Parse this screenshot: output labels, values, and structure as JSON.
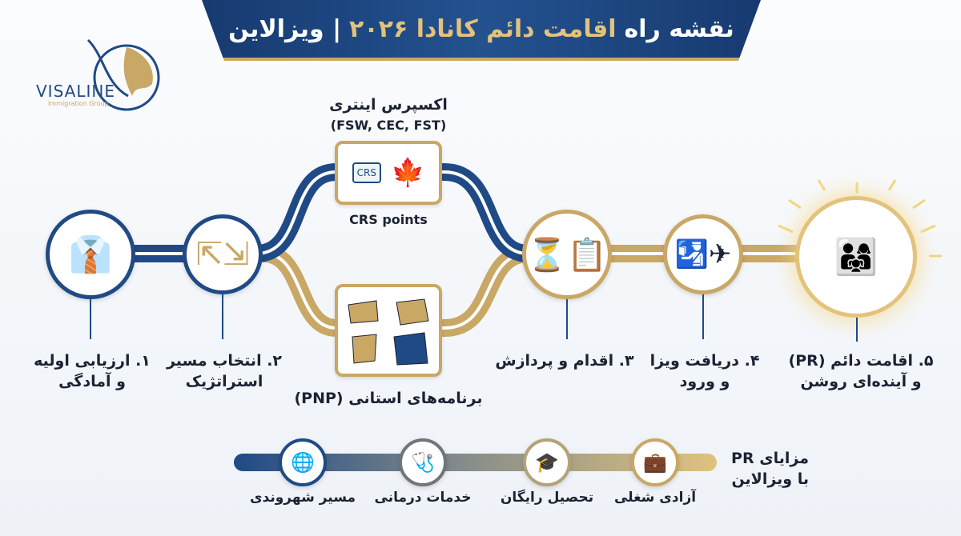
{
  "title": {
    "part1": "نقشه راه",
    "part2": "اقامت دائم کانادا ۲۰۲۶",
    "part3": "| ویزالاین"
  },
  "logo": {
    "name": "VISALINE",
    "tagline": "Immigration Group"
  },
  "express": {
    "title": "اکسپرس اینتری",
    "subtitle": "(FSW, CEC, FST)",
    "badge": "CRS",
    "caption": "CRS points"
  },
  "pnp": {
    "caption": "برنامه‌های استانی (PNP)"
  },
  "steps": [
    {
      "line1": "۱. ارزیابی اولیه",
      "line2": "و آمادگی"
    },
    {
      "line1": "۲. انتخاب مسیر",
      "line2": "استراتژیک"
    },
    {
      "line1": "۳. اقدام و پردازش",
      "line2": ""
    },
    {
      "line1": "۴. دریافت ویزا",
      "line2": "و ورود"
    },
    {
      "line1": "۵. اقامت دائم (PR)",
      "line2": "و آینده‌ای روشن"
    }
  ],
  "benefits": {
    "heading1": "مزایای PR",
    "heading2": "با ویزالاین",
    "items": [
      {
        "label": "آزادی شغلی",
        "icon": "briefcase-icon"
      },
      {
        "label": "تحصیل رایگان",
        "icon": "graduation-cap-icon"
      },
      {
        "label": "خدمات درمانی",
        "icon": "medical-kit-icon"
      },
      {
        "label": "مسیر شهروندی",
        "icon": "globe-hand-icon"
      }
    ]
  },
  "colors": {
    "navy": "#1f4a86",
    "gold": "#c9a765"
  }
}
